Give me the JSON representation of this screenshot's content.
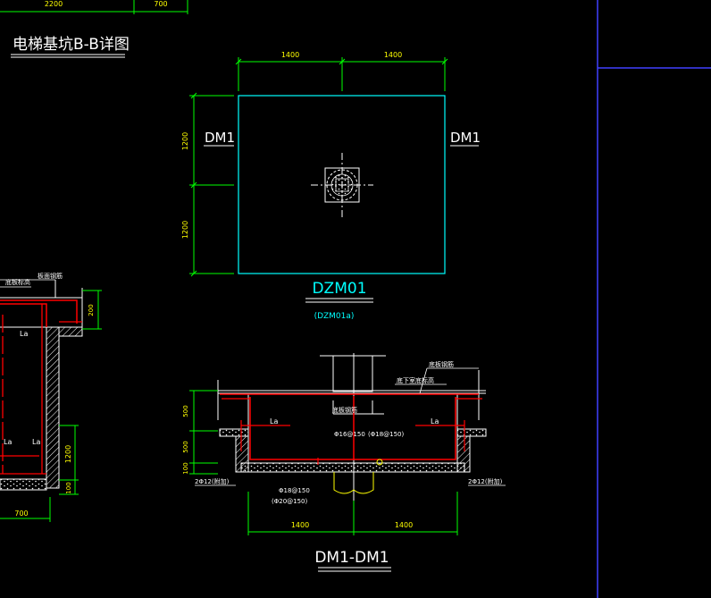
{
  "colors": {
    "background": "#000000",
    "dim": "#00ff00",
    "outline": "#00ffff",
    "rebar": "#ff0000",
    "wall": "#ffffff",
    "label": "#ffffff",
    "note_small": "#ffff00",
    "frame": "#4040ff"
  },
  "top_dims": {
    "left": "2200",
    "right": "700"
  },
  "section_title": "电梯基坑B-B详图",
  "plan": {
    "dim_top_left": "1400",
    "dim_top_right": "1400",
    "dim_left_top": "1200",
    "dim_left_bottom": "1200",
    "label_left": "DM1",
    "label_right": "DM1",
    "name": "DZM01",
    "sub_name": "(DZM01a)"
  },
  "left_detail": {
    "note_top1": "板面钢筋",
    "note_top2": "底板标高",
    "la_top": "La",
    "la_left": "La",
    "la_right": "La",
    "dim_right_top": "200",
    "dim_right_mid": "1200",
    "dim_right_bot": "100",
    "dim_bottom": "700"
  },
  "section": {
    "note_top": "底板钢筋",
    "note_level": "底下室底标高",
    "note_mid": "底板钢筋",
    "la_left": "La",
    "la_right": "La",
    "rebar_main": "Φ16@150",
    "rebar_main_alt": "(Φ18@150)",
    "rebar_bot": "Φ18@150",
    "rebar_bot_alt": "(Φ20@150)",
    "bar_left": "2Φ12(附加)",
    "bar_right": "2Φ12(附加)",
    "dim_left_1": "500",
    "dim_left_2": "500",
    "dim_left_3": "100",
    "dim_bot_left": "1400",
    "dim_bot_right": "1400",
    "title": "DM1-DM1"
  }
}
